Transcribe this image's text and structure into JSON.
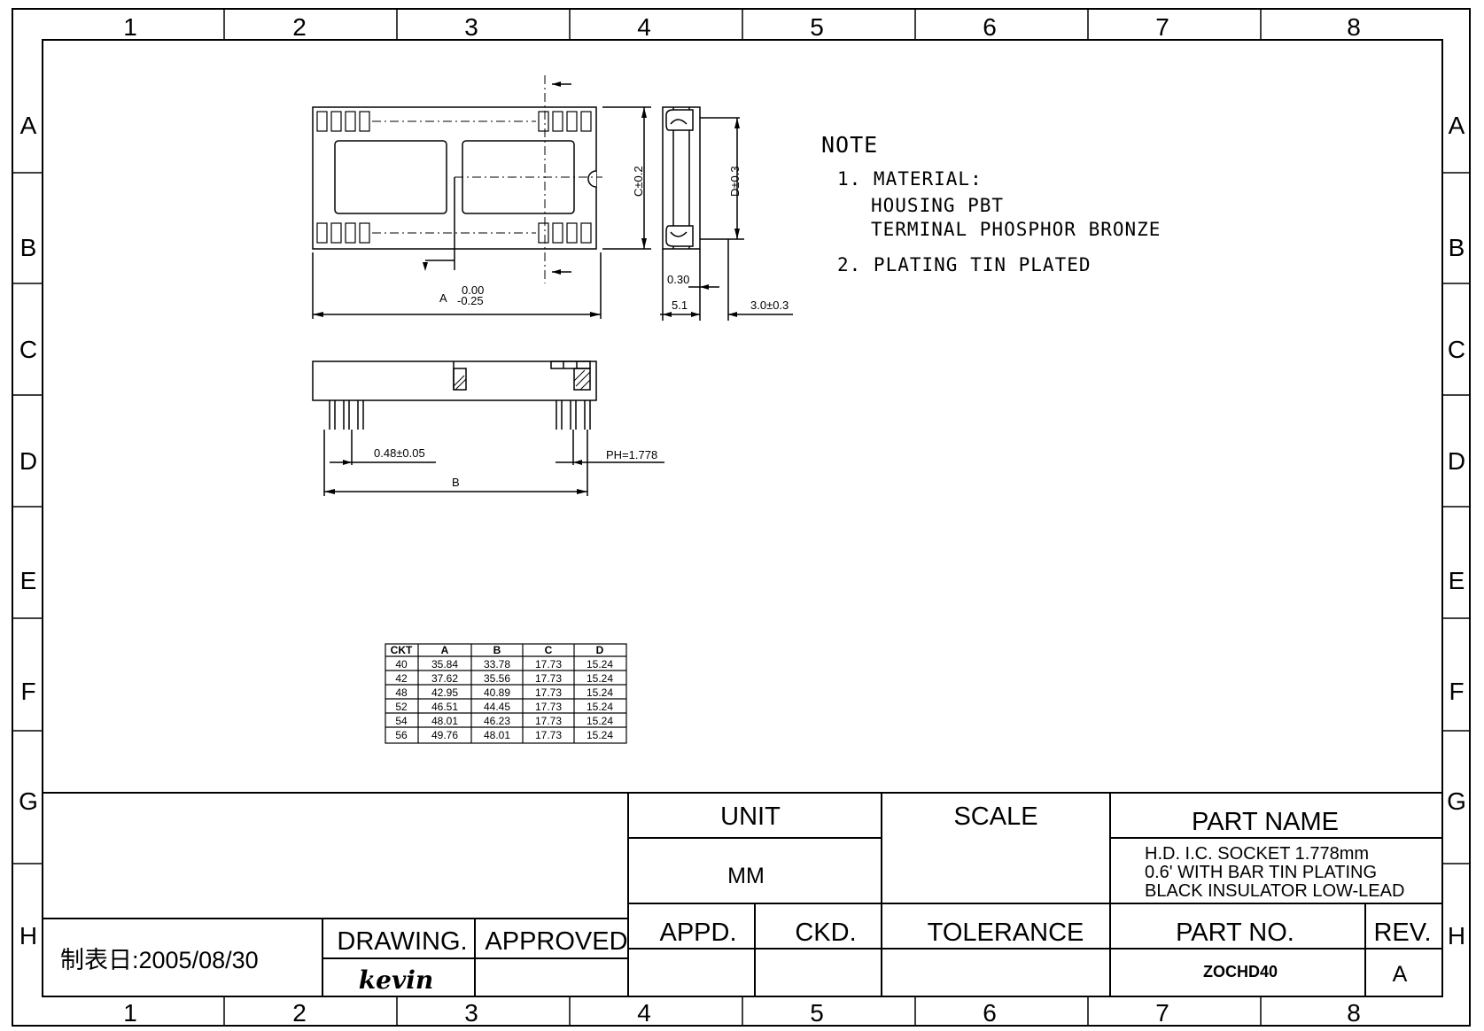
{
  "border": {
    "columns": [
      "1",
      "2",
      "3",
      "4",
      "5",
      "6",
      "7",
      "8"
    ],
    "rows": [
      "A",
      "B",
      "C",
      "D",
      "E",
      "F",
      "G",
      "H"
    ]
  },
  "dims": {
    "a": "A",
    "a_upper": "0.00",
    "a_lower": "-0.25",
    "c": "C±0.2",
    "d": "D±0.3",
    "t030": "0.30",
    "t51": "5.1",
    "t30": "3.0±0.3",
    "pin": "0.48±0.05",
    "ph": "PH=1.778",
    "b": "B"
  },
  "notes": {
    "title": "NOTE",
    "lines": [
      "1. MATERIAL:",
      "HOUSING PBT",
      "TERMINAL PHOSPHOR BRONZE",
      "2. PLATING TIN PLATED"
    ]
  },
  "table": {
    "headers": [
      "CKT",
      "A",
      "B",
      "C",
      "D"
    ],
    "rows": [
      [
        "40",
        "35.84",
        "33.78",
        "17.73",
        "15.24"
      ],
      [
        "42",
        "37.62",
        "35.56",
        "17.73",
        "15.24"
      ],
      [
        "48",
        "42.95",
        "40.89",
        "17.73",
        "15.24"
      ],
      [
        "52",
        "46.51",
        "44.45",
        "17.73",
        "15.24"
      ],
      [
        "54",
        "48.01",
        "46.23",
        "17.73",
        "15.24"
      ],
      [
        "56",
        "49.76",
        "48.01",
        "17.73",
        "15.24"
      ]
    ]
  },
  "title_block": {
    "unit_label": "UNIT",
    "unit_value": "MM",
    "scale_label": "SCALE",
    "part_name_label": "PART NAME",
    "part_name_lines": [
      "H.D. I.C. SOCKET 1.778mm",
      "0.6' WITH BAR TIN PLATING",
      "BLACK INSULATOR LOW-LEAD"
    ],
    "appd_label": "APPD.",
    "ckd_label": "CKD.",
    "tolerance_label": "TOLERANCE",
    "part_no_label": "PART NO.",
    "part_no_value": "ZOCHD40",
    "rev_label": "REV.",
    "rev_value": "A",
    "date": "制表日:2005/08/30",
    "drawing_label": "DRAWING.",
    "approved_label": "APPROVED",
    "drawn_by": "kevin"
  }
}
